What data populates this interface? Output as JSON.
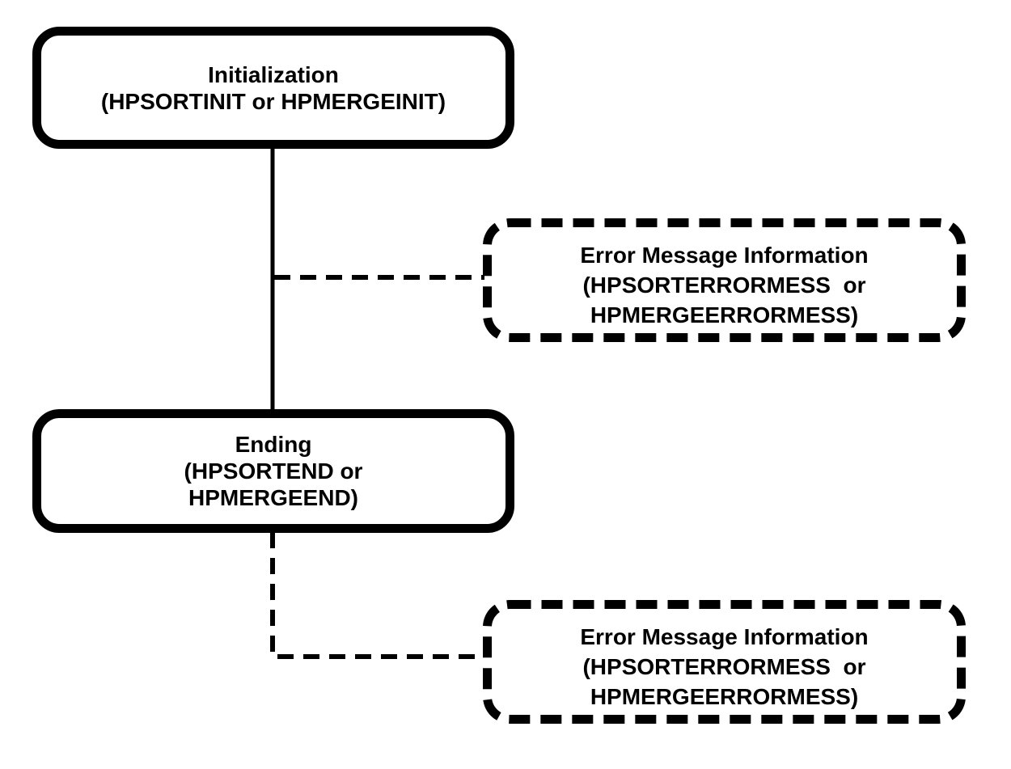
{
  "diagram": {
    "colors": {
      "ink": "#000000",
      "background": "#ffffff"
    },
    "nodes": [
      {
        "id": "initialization",
        "border": "solid",
        "lines": [
          "Initialization",
          "(HPSORTINIT or HPMERGEINIT)"
        ]
      },
      {
        "id": "error-message-information-top",
        "border": "dashed",
        "lines": [
          "Error Message Information",
          "(HPSORTERRORMESS  or",
          "HPMERGEERRORMESS)"
        ]
      },
      {
        "id": "ending",
        "border": "solid",
        "lines": [
          "Ending",
          "(HPSORTEND or",
          "HPMERGEEND)"
        ]
      },
      {
        "id": "error-message-information-bottom",
        "border": "dashed",
        "lines": [
          "Error Message Information",
          "(HPSORTERRORMESS  or",
          "HPMERGEERRORMESS)"
        ]
      }
    ],
    "connectors": [
      {
        "from": "initialization",
        "to": "ending",
        "style": "solid"
      },
      {
        "from": "initialization",
        "to": "error-message-information-top",
        "style": "dashed"
      },
      {
        "from": "ending",
        "to": "error-message-information-bottom",
        "style": "dashed"
      }
    ]
  }
}
